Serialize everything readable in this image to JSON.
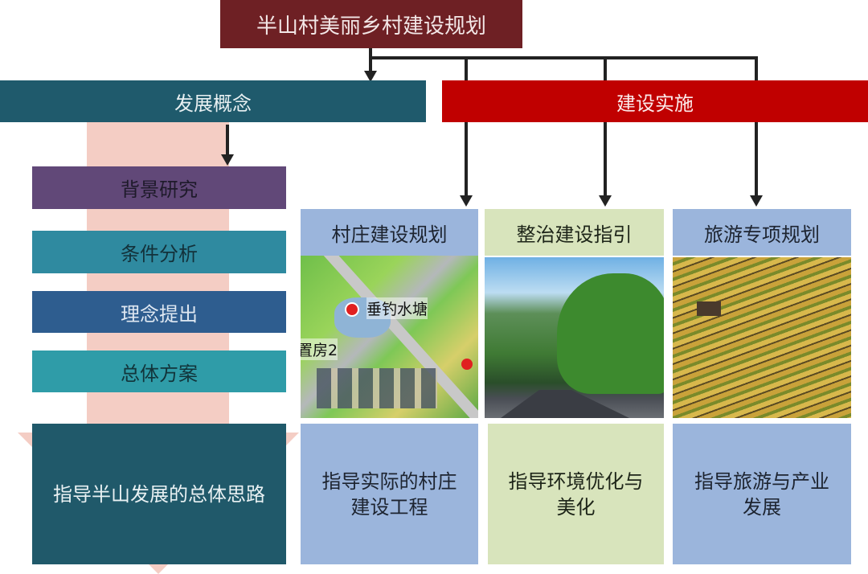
{
  "title": "半山村美丽乡村建设规划",
  "left": {
    "header": "发展概念",
    "steps": [
      "背景研究",
      "条件分析",
      "理念提出",
      "总体方案"
    ],
    "summary": "指导半山发展的总体思路"
  },
  "right": {
    "header": "建设实施",
    "columns": [
      {
        "title": "村庄建设规划",
        "summary": "指导实际的村庄建设工程",
        "image_labels": [
          "垂钓水塘",
          "置房2"
        ]
      },
      {
        "title": "整治建设指引",
        "summary": "指导环境优化与美化"
      },
      {
        "title": "旅游专项规划",
        "summary": "指导旅游与产业发展"
      }
    ]
  },
  "colors": {
    "title": "#6e2024",
    "left_header": "#1f5a6c",
    "right_header": "#c00000",
    "step1": "#614878",
    "step2": "#2f8aa0",
    "step3": "#2e5d8f",
    "step4": "#2f9ca8",
    "summary_left": "#20596a",
    "blue_box": "#9bb5dc",
    "green_box": "#d8e4bc",
    "arrow_band": "#f4cdc4"
  }
}
